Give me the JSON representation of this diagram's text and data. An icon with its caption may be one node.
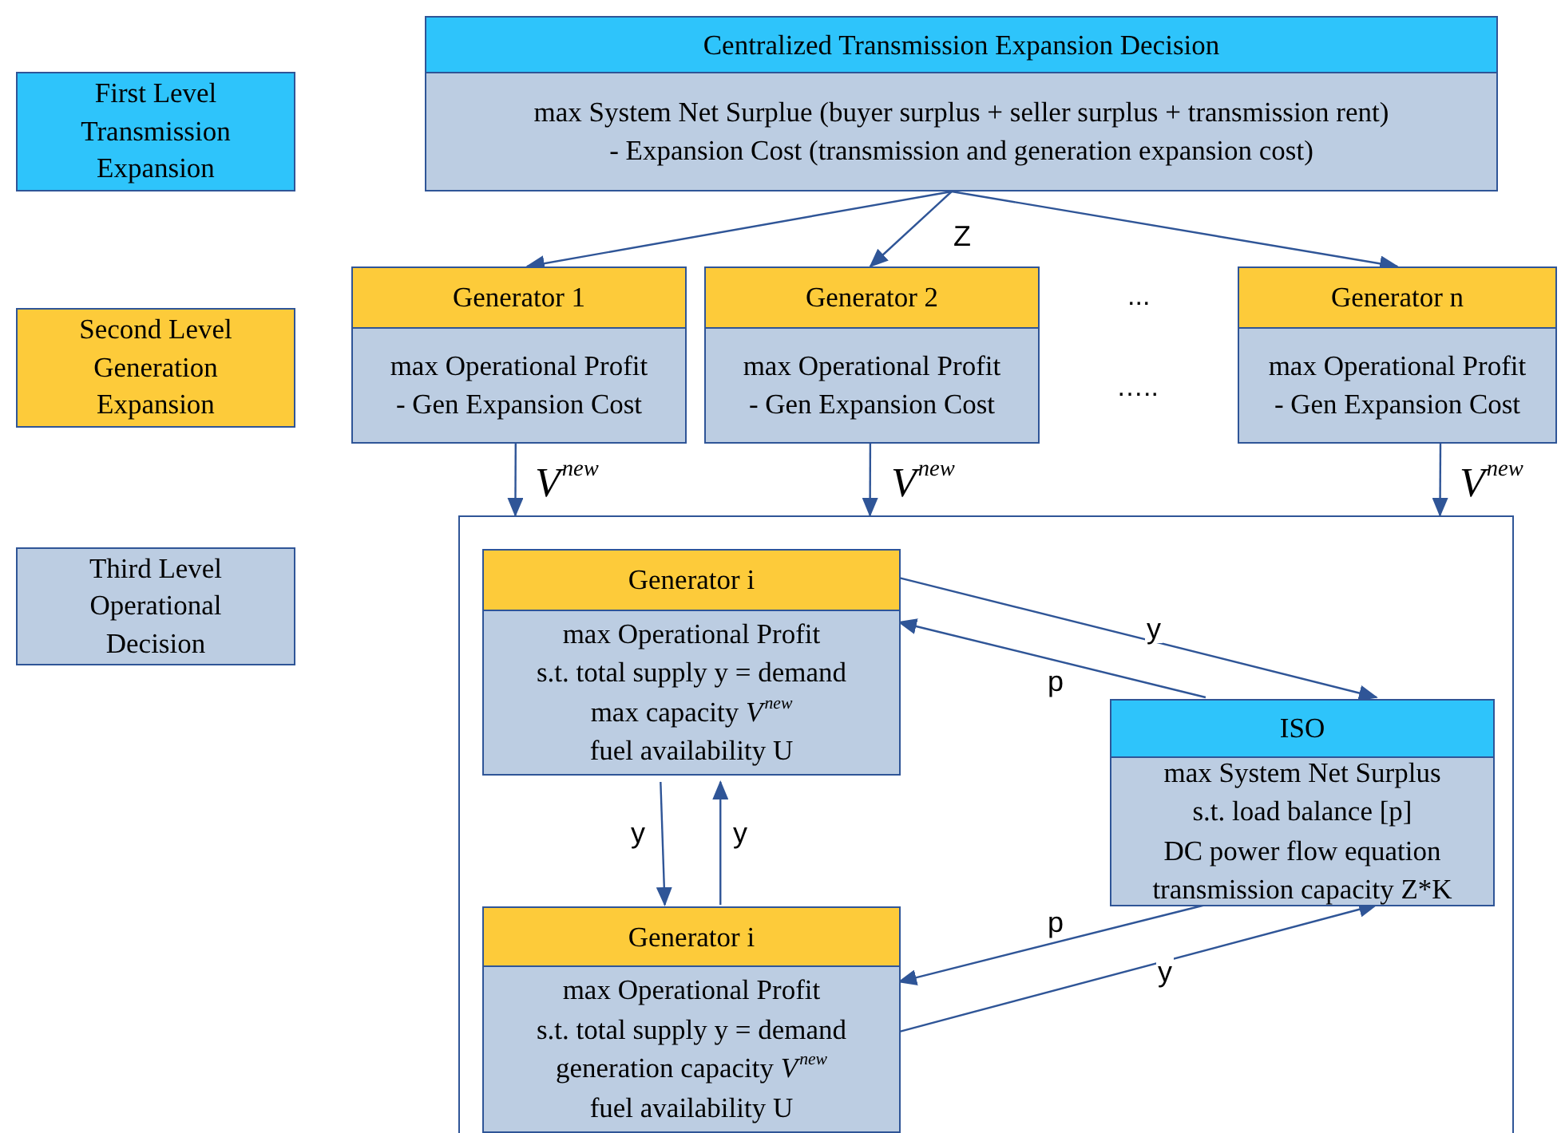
{
  "diagram": {
    "nodes": [
      {
        "text": [
          "First Level Transmission Expansion"
        ]
      },
      {
        "text": [
          "Centralized Transmission Expansion Decision",
          "max System Net Surplue (buyer surplus + seller surplus + transmission rent)",
          "- Expansion Cost (transmission and generation expansion cost)"
        ]
      },
      {
        "text": [
          "Second Level Generation Expansion"
        ]
      },
      {
        "text": [
          "Generator 1",
          "max Operational Profit",
          "- Gen Expansion Cost"
        ]
      },
      {
        "text": [
          "Generator 2",
          "max Operational Profit",
          "- Gen Expansion Cost"
        ]
      },
      {
        "text": [
          "Generator n",
          "max Operational Profit",
          "- Gen Expansion Cost"
        ]
      },
      {
        "text": [
          "Third Level Operational Decision"
        ]
      },
      {
        "text": [],
        "shape": "box"
      },
      {
        "text": [
          "Generator i",
          "max Operational Profit",
          "s.t. total supply y = demand",
          "max capacity *V*$^{new}$",
          "fuel availability U"
        ],
        "in": 7
      },
      {
        "text": [
          "ISO",
          "max System Net Surplus",
          "s.t. load balance [p]",
          "DC power flow equation",
          "transmission capacity Z*K"
        ],
        "in": 7
      },
      {
        "text": [
          "Generator i",
          "max Operational Profit",
          "s.t. total supply y = demand",
          "generation capacity *V*$^{new}$",
          "fuel availability U"
        ],
        "in": 7
      }
    ],
    "edges": [
      {
        "from": 1,
        "to": 3,
        "arrow": "to"
      },
      {
        "from": 1,
        "to": 4,
        "arrow": "to",
        "label": "Z"
      },
      {
        "from": 1,
        "to": 5,
        "arrow": "to"
      },
      {
        "from": 3,
        "to": 7,
        "arrow": "to",
        "label": "*V*$^{new}$"
      },
      {
        "from": 4,
        "to": 7,
        "arrow": "to",
        "label": "*V*$^{new}$"
      },
      {
        "from": 5,
        "to": 7,
        "arrow": "to",
        "label": "*V*$^{new}$"
      },
      {
        "from": 8,
        "to": 9,
        "arrow": "to",
        "label": "y"
      },
      {
        "from": 9,
        "to": 8,
        "arrow": "to",
        "label": "p"
      },
      {
        "from": 8,
        "to": 10,
        "arrow": "to",
        "label": "y"
      },
      {
        "from": 10,
        "to": 8,
        "arrow": "to",
        "label": "y"
      },
      {
        "from": 9,
        "to": 10,
        "arrow": "to",
        "label": "p"
      },
      {
        "from": 10,
        "to": 9,
        "arrow": "to",
        "label": "y"
      }
    ],
    "labels": [
      "...",
      "….."
    ]
  }
}
